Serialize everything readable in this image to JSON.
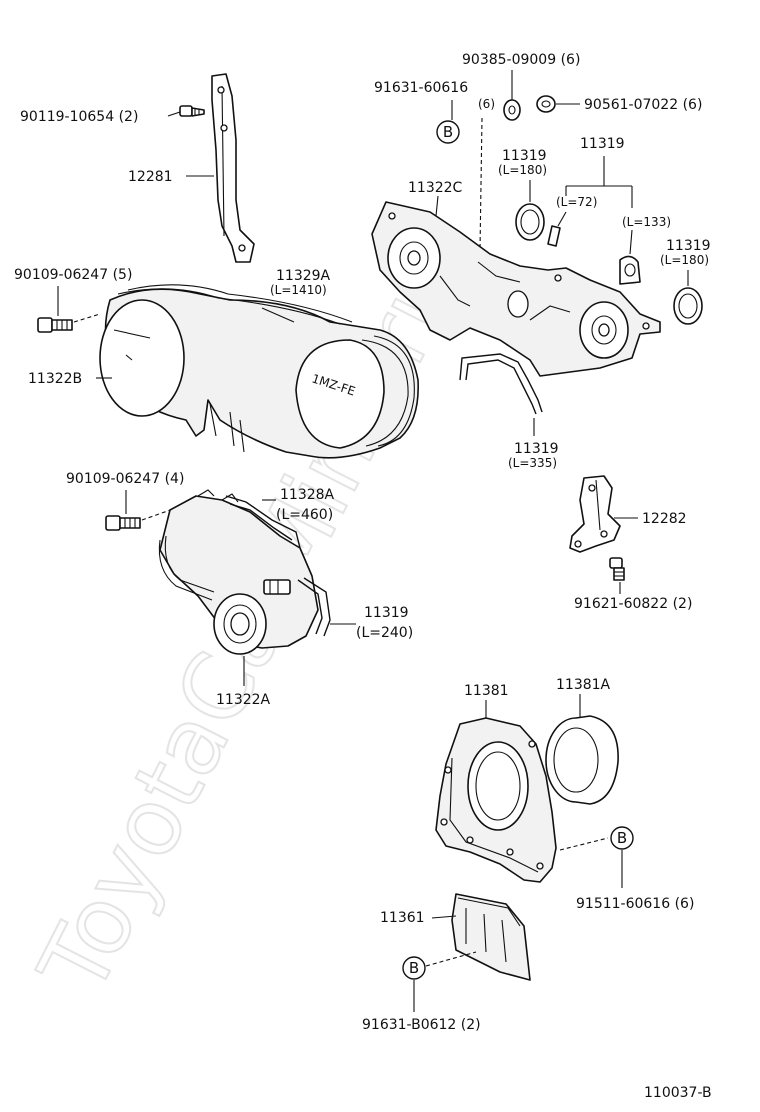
{
  "watermark": "ToyotaCarMine.ru",
  "parts": {
    "p_90119_10654": "90119-10654 (2)",
    "p_12281": "12281",
    "p_90109_06247_5": "90109-06247 (5)",
    "p_11329A": "11329A",
    "p_11329A_len": "(L=1410)",
    "p_11322B": "11322B",
    "p_90385_09009": "90385-09009 (6)",
    "p_91631_60616": "91631-60616",
    "p_91631_60616_qty": "(6)",
    "p_90561_07022": "90561-07022 (6)",
    "p_11319_a": "11319",
    "p_11319_a_len": "(L=180)",
    "p_11319_b": "11319",
    "p_11322C": "11322C",
    "p_L72": "(L=72)",
    "p_L133": "(L=133)",
    "p_11319_c": "11319",
    "p_11319_c_len": "(L=180)",
    "p_11319_d": "11319",
    "p_11319_d_len": "(L=335)",
    "p_90109_06247_4": "90109-06247 (4)",
    "p_11328A": "11328A",
    "p_11328A_len": "(L=460)",
    "p_11319_e": "11319",
    "p_11319_e_len": "(L=240)",
    "p_11322A": "11322A",
    "p_12282": "12282",
    "p_91621_60822": "91621-60822 (2)",
    "p_11381": "11381",
    "p_11381A": "11381A",
    "p_91511_60616": "91511-60616 (6)",
    "p_11361": "11361",
    "p_91631_B0612": "91631-B0612 (2)"
  },
  "markers": {
    "b": "B"
  },
  "engine_badge": "1MZ-FE",
  "figure_code": "110037-B"
}
